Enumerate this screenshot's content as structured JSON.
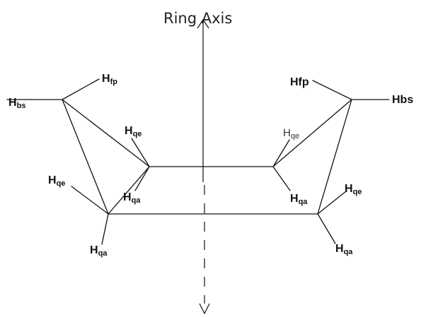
{
  "title": "Ring Axis",
  "labels": {
    "h_bs_left": {
      "base": "H",
      "sub": "bs"
    },
    "h_fp_left": {
      "base": "H",
      "sub": "fp"
    },
    "h_qe_upper_left": {
      "base": "H",
      "sub": "qe"
    },
    "h_qa_upper_left": {
      "base": "H",
      "sub": "qa"
    },
    "h_qe_lower_left": {
      "base": "H",
      "sub": "qe"
    },
    "h_qa_lower_left": {
      "base": "H",
      "sub": "qa"
    },
    "h_fp_right": "Hfp",
    "h_bs_right": "Hbs",
    "h_qe_upper_right": {
      "base": "H",
      "sub": "qe"
    },
    "h_qa_upper_right": {
      "base": "H",
      "sub": "qa"
    },
    "h_qe_lower_right": {
      "base": "H",
      "sub": "qe"
    },
    "h_qa_lower_right": {
      "base": "H",
      "sub": "qa"
    }
  }
}
